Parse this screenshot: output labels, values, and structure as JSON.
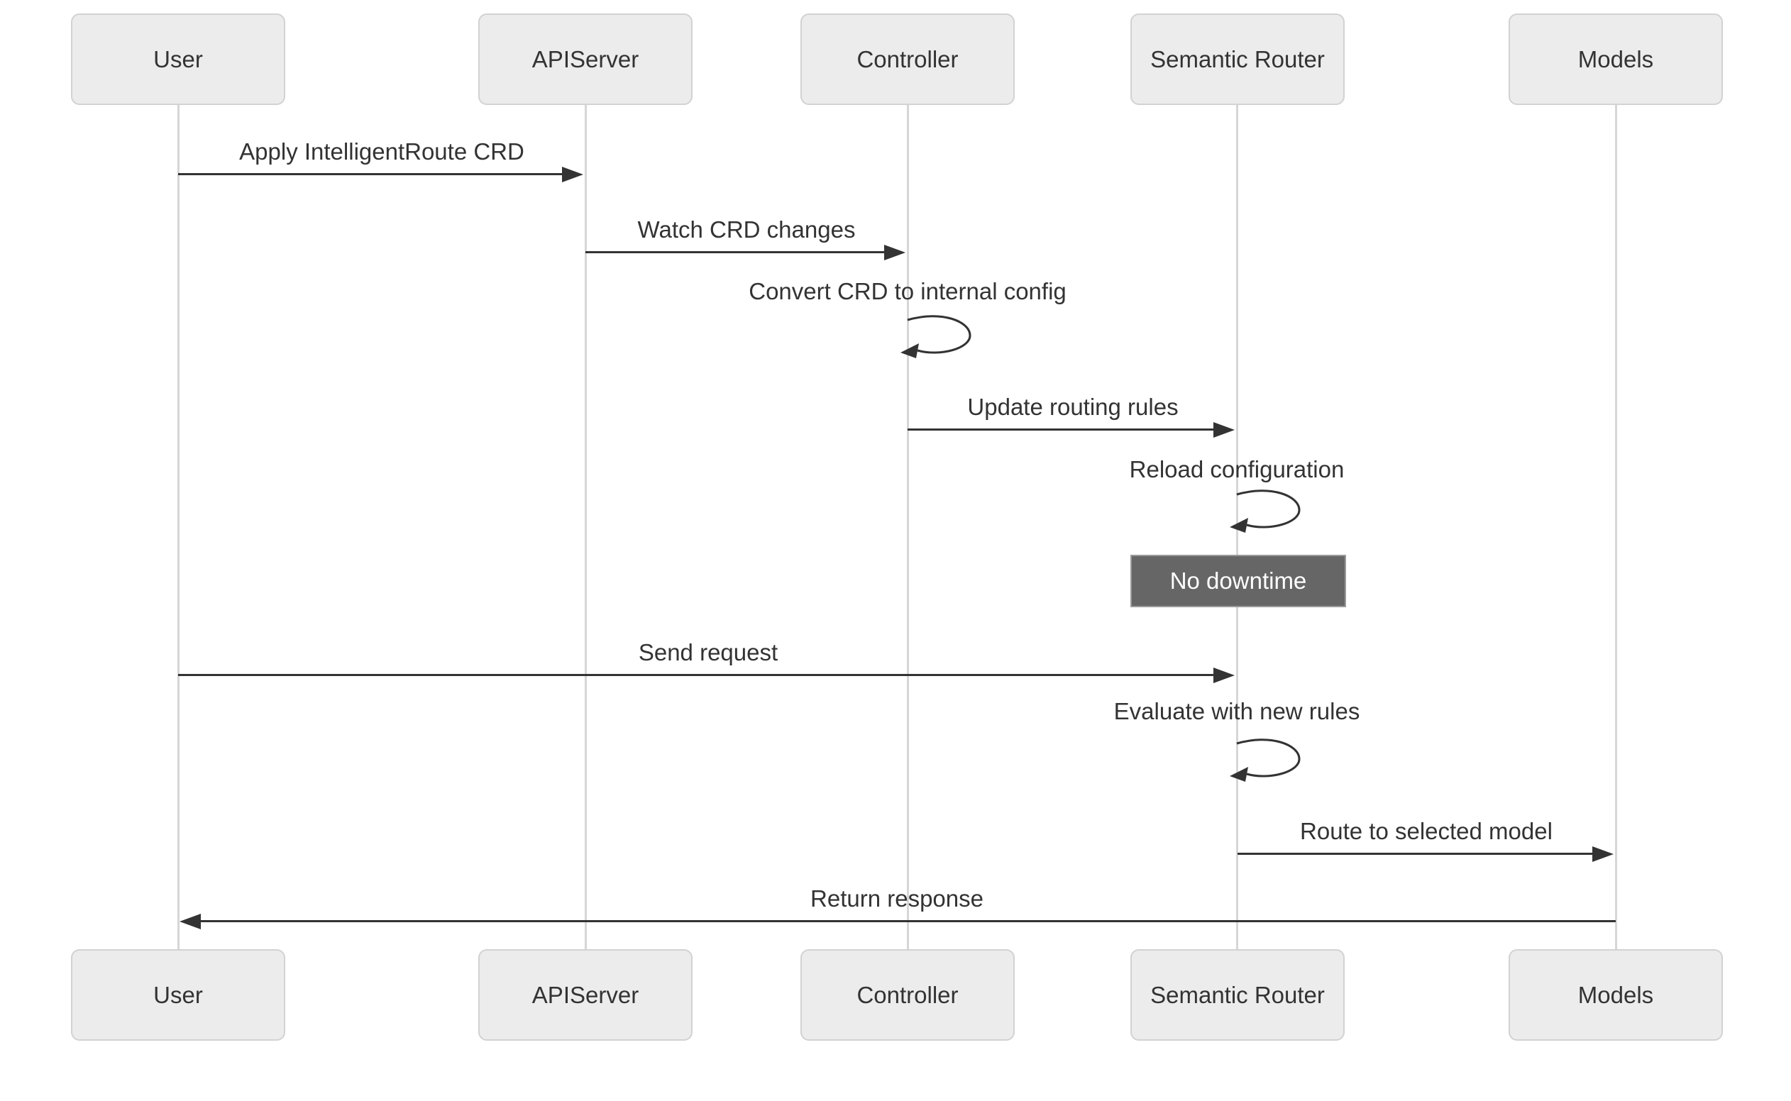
{
  "diagram": {
    "type": "sequence-diagram",
    "background": "#ffffff"
  },
  "colors": {
    "actor_fill": "#ececec",
    "actor_border": "#d2d2d2",
    "text": "#333333",
    "message_line": "#333333",
    "lifeline": "#d6d6d6",
    "note_fill": "#666666",
    "note_border": "#9a9a9a",
    "note_text": "#ffffff"
  },
  "actors": [
    {
      "label": "User"
    },
    {
      "label": "APIServer"
    },
    {
      "label": "Controller"
    },
    {
      "label": "Semantic Router"
    },
    {
      "label": "Models"
    }
  ],
  "messages": [
    {
      "from": "User",
      "to": "APIServer",
      "label": "Apply IntelligentRoute CRD",
      "kind": "solid-arrow"
    },
    {
      "from": "APIServer",
      "to": "Controller",
      "label": "Watch CRD changes",
      "kind": "solid-arrow"
    },
    {
      "from": "Controller",
      "to": "Controller",
      "label": "Convert CRD to internal config",
      "kind": "self-loop"
    },
    {
      "from": "Controller",
      "to": "Semantic Router",
      "label": "Update routing rules",
      "kind": "solid-arrow"
    },
    {
      "from": "Semantic Router",
      "to": "Semantic Router",
      "label": "Reload configuration",
      "kind": "self-loop"
    },
    {
      "from": "User",
      "to": "Semantic Router",
      "label": "Send request",
      "kind": "solid-arrow"
    },
    {
      "from": "Semantic Router",
      "to": "Semantic Router",
      "label": "Evaluate with new rules",
      "kind": "self-loop"
    },
    {
      "from": "Semantic Router",
      "to": "Models",
      "label": "Route to selected model",
      "kind": "solid-arrow"
    },
    {
      "from": "Models",
      "to": "User",
      "label": "Return response",
      "kind": "solid-arrow"
    }
  ],
  "note": {
    "label": "No downtime",
    "over": "Semantic Router"
  }
}
